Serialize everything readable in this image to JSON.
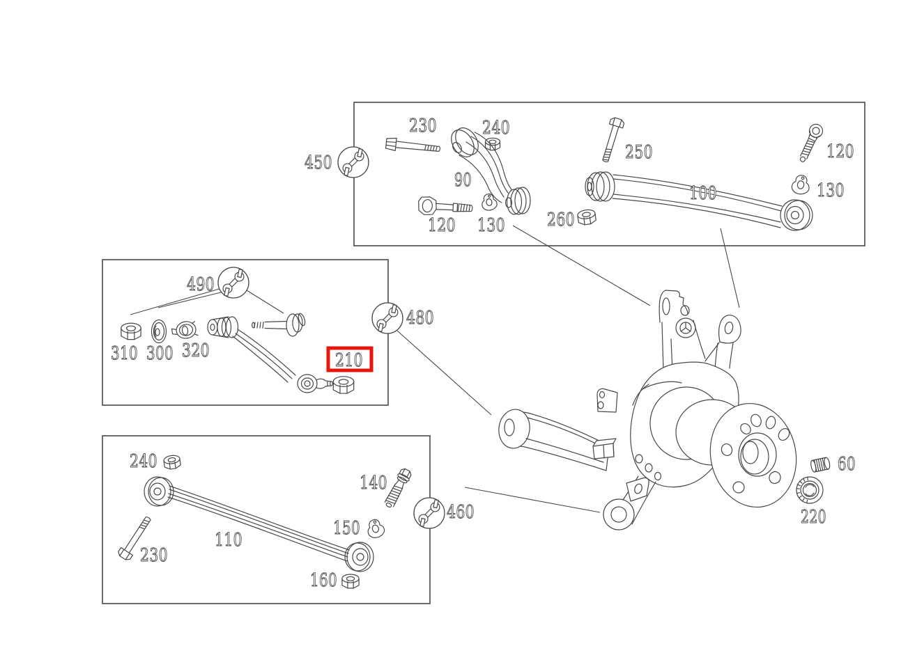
{
  "diagram": {
    "highlighted_part_number": "210",
    "colors": {
      "line_color": "#474747",
      "highlight_color": "#e8150b",
      "background": "#ffffff"
    },
    "part_labels": {
      "top_230": "230",
      "top_240": "240",
      "top_90": "90",
      "top_120_left": "120",
      "top_130_left": "130",
      "top_260": "260",
      "top_250": "250",
      "top_100": "100",
      "top_120_right": "120",
      "top_130_right": "130",
      "mid_310": "310",
      "mid_300": "300",
      "mid_320": "320",
      "mid_210": "210",
      "bottom_240": "240",
      "bottom_110": "110",
      "bottom_230": "230",
      "bottom_140": "140",
      "bottom_150": "150",
      "bottom_160": "160",
      "right_60": "60",
      "right_220": "220"
    },
    "tool_callouts": {
      "wrench_450": "450",
      "wrench_490": "490",
      "wrench_480": "480",
      "wrench_460": "460"
    }
  }
}
